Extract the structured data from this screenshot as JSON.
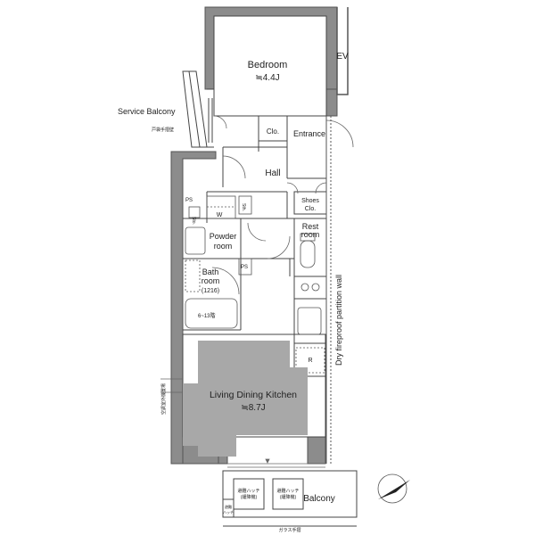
{
  "rooms": {
    "bedroom": {
      "name": "Bedroom",
      "area": "≒4.4J"
    },
    "ldk": {
      "name": "Living Dining Kitchen",
      "area": "≒8.7J"
    },
    "entrance": "Entrance",
    "hall": "Hall",
    "closet": "Clo.",
    "shoes_closet": [
      "Shoes",
      "Clo."
    ],
    "rest_room": [
      "Rest",
      "room"
    ],
    "powder_room": [
      "Powder",
      "room"
    ],
    "bath_room": [
      "Bath",
      "room",
      "(1216)"
    ],
    "balcony": "Balcony",
    "service_balcony": "Service Balcony"
  },
  "labels": {
    "ev": "EV",
    "wall": "Dry fireproof partition wall",
    "ps_1": "PS",
    "ps_2": "PS",
    "w": "W",
    "sto": "Sto.",
    "sth": "Sth.",
    "r": "R",
    "bath_heater": "6~13階",
    "handrail_service": "戸袋手摺壁",
    "handrail_glass": "ガラス手摺",
    "balcony_hatch_1": [
      "避難ハッチ",
      "(緩降機)"
    ],
    "balcony_hatch_2": [
      "避難ハッチ",
      "(緩降機)"
    ],
    "balcony_small": [
      "避難",
      "ハッチ"
    ],
    "side_note": "空調室外機置場"
  },
  "colors": {
    "wall": "#666666",
    "wall_fill": "#8c8c8c",
    "ldk_fill": "#a8a8a8",
    "line": "#444444"
  }
}
